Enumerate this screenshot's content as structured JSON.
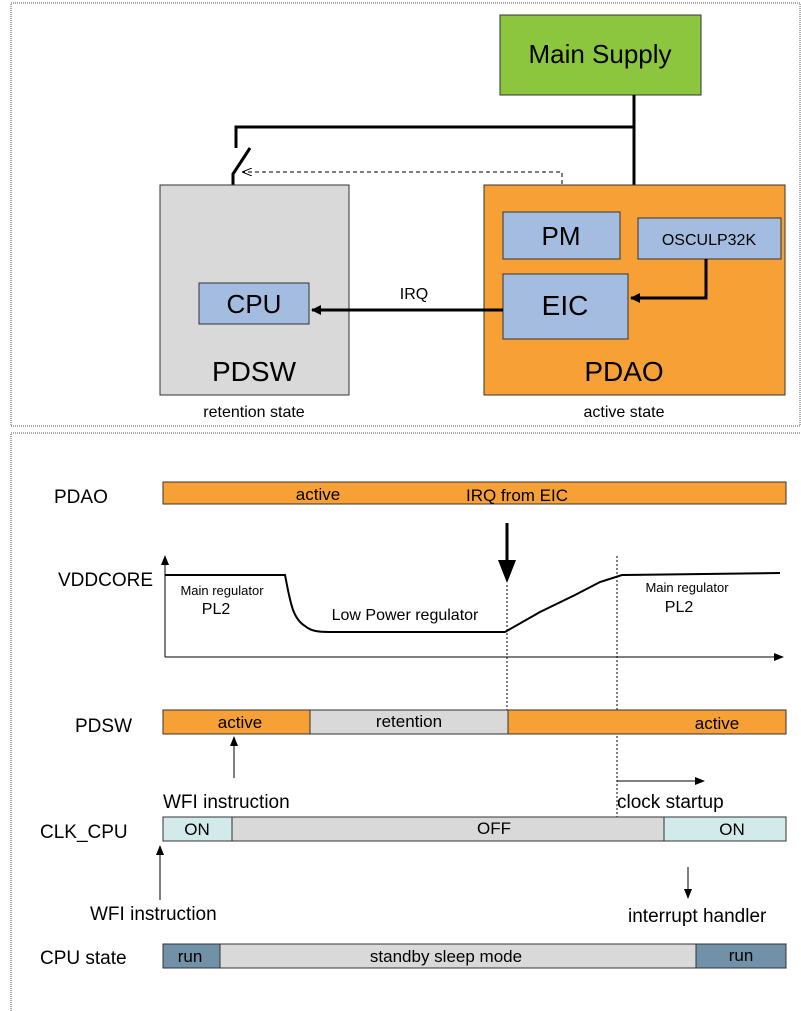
{
  "colors": {
    "orange": "#f7a035",
    "grey": "#d9d9d9",
    "blue": "#a4bcdf",
    "green": "#8cc63f",
    "cyan": "#d2ebea",
    "slate": "#7191a8"
  },
  "top": {
    "main_supply": "Main Supply",
    "pdsw_label": "PDSW",
    "pdao_label": "PDAO",
    "cpu": "CPU",
    "pm": "PM",
    "eic": "EIC",
    "osc": "OSCULP32K",
    "irq": "IRQ",
    "retention_state": "retention state",
    "active_state": "active state"
  },
  "timing": {
    "pdao": {
      "label": "PDAO",
      "active": "active",
      "irq_from_eic": "IRQ from EIC"
    },
    "vddcore": {
      "label": "VDDCORE",
      "main_reg_left_1": "Main regulator",
      "main_reg_left_2": "PL2",
      "low_power": "Low Power regulator",
      "main_reg_right_1": "Main regulator",
      "main_reg_right_2": "PL2"
    },
    "pdsw": {
      "label": "PDSW",
      "seg1": "active",
      "seg2": "retention",
      "seg3": "active"
    },
    "wfi_1": "WFI instruction",
    "clock_startup": "clock startup",
    "clk_cpu": {
      "label": "CLK_CPU",
      "seg1": "ON",
      "seg2": "OFF",
      "seg3": "ON"
    },
    "wfi_2": "WFI instruction",
    "interrupt_handler": "interrupt handler",
    "cpu_state": {
      "label": "CPU state",
      "seg1": "run",
      "seg2": "standby sleep mode",
      "seg3": "run"
    }
  }
}
